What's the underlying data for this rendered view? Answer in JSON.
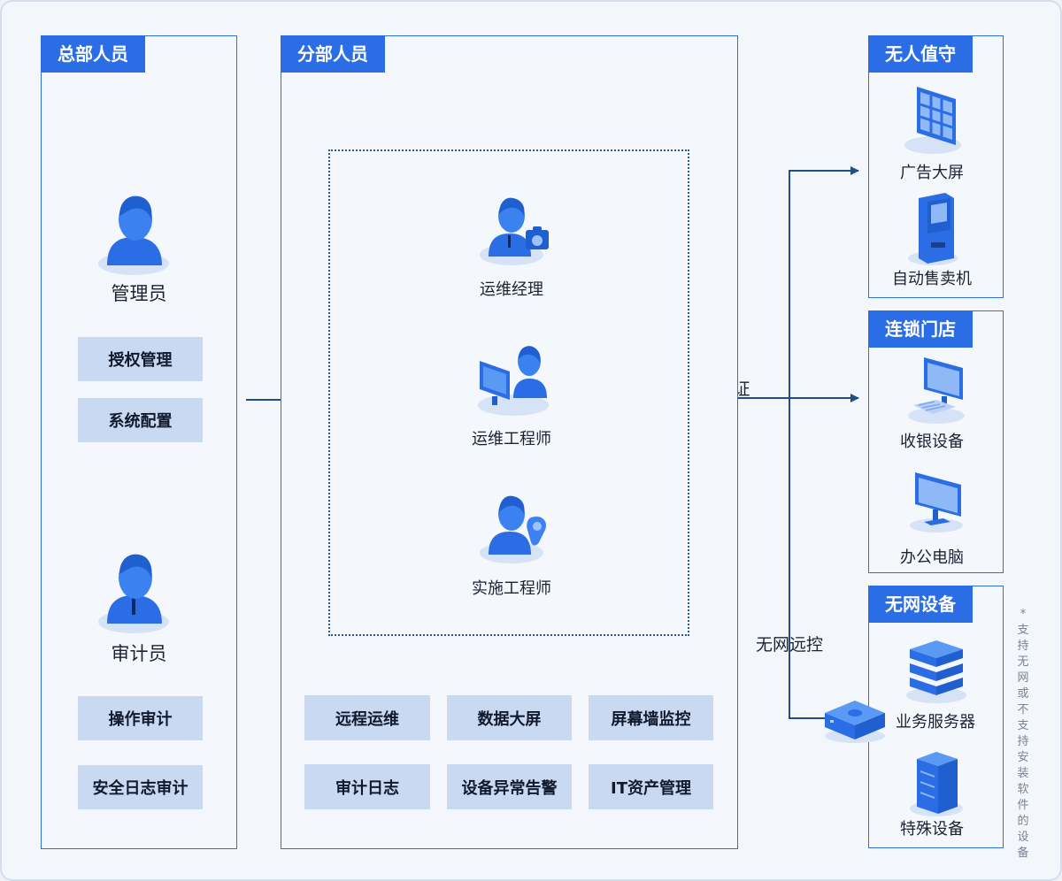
{
  "headquarters": {
    "title": "总部人员",
    "admin_label": "管理员",
    "admin_functions": [
      "授权管理",
      "系统配置"
    ],
    "auditor_label": "审计员",
    "auditor_functions": [
      "操作审计",
      "安全日志审计"
    ]
  },
  "branch": {
    "title": "分部人员",
    "roles": [
      "运维经理",
      "运维工程师",
      "实施工程师"
    ],
    "functions": [
      "远程运维",
      "数据大屏",
      "屏幕墙监控",
      "审计日志",
      "设备异常告警",
      "IT资产管理"
    ]
  },
  "connections": {
    "mfa_label": "多因子认证",
    "offline_label": "无网远控"
  },
  "targets": [
    {
      "title": "无人值守",
      "devices": [
        "广告大屏",
        "自动售卖机"
      ]
    },
    {
      "title": "连锁门店",
      "devices": [
        "收银设备",
        "办公电脑"
      ]
    },
    {
      "title": "无网设备",
      "devices": [
        "业务服务器",
        "特殊设备"
      ]
    }
  ],
  "note": "* 支持无网或不支持安装软件的设备",
  "colors": {
    "accent": "#2b6de5",
    "pill": "#c9d9f2",
    "line": "#1f4f86"
  }
}
